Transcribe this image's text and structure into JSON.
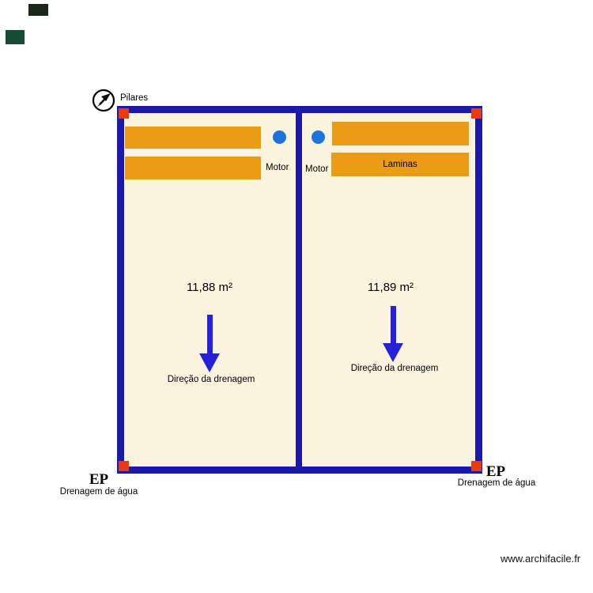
{
  "page": {
    "background": "#ffffff",
    "watermark_text": "www.archifacile.fr"
  },
  "colors": {
    "wall_blue": "#1c19aa",
    "room_fill": "#fdf4df",
    "lamina_orange": "#eb9c15",
    "pillar_red": "#ea3b0e",
    "motor_blue": "#2173dc",
    "arrow_blue": "#2521da",
    "swatch_dark": "#1c241c",
    "swatch_green": "#134d35"
  },
  "legend": {
    "pilares_label": "Pilares",
    "compass_icon": "north-arrow-compass"
  },
  "rooms": [
    {
      "area_label": "11,88 m²",
      "motor_label": "Motor",
      "drainage_label": "Direção da drenagem"
    },
    {
      "area_label": "11,89 m²",
      "motor_label": "Motor",
      "lamina_label": "Laminas",
      "drainage_label": "Direção da drenagem"
    }
  ],
  "drains": [
    {
      "label": "EP",
      "sublabel": "Drenagem de água"
    },
    {
      "label": "EP",
      "sublabel": "Drenagem de água"
    }
  ]
}
